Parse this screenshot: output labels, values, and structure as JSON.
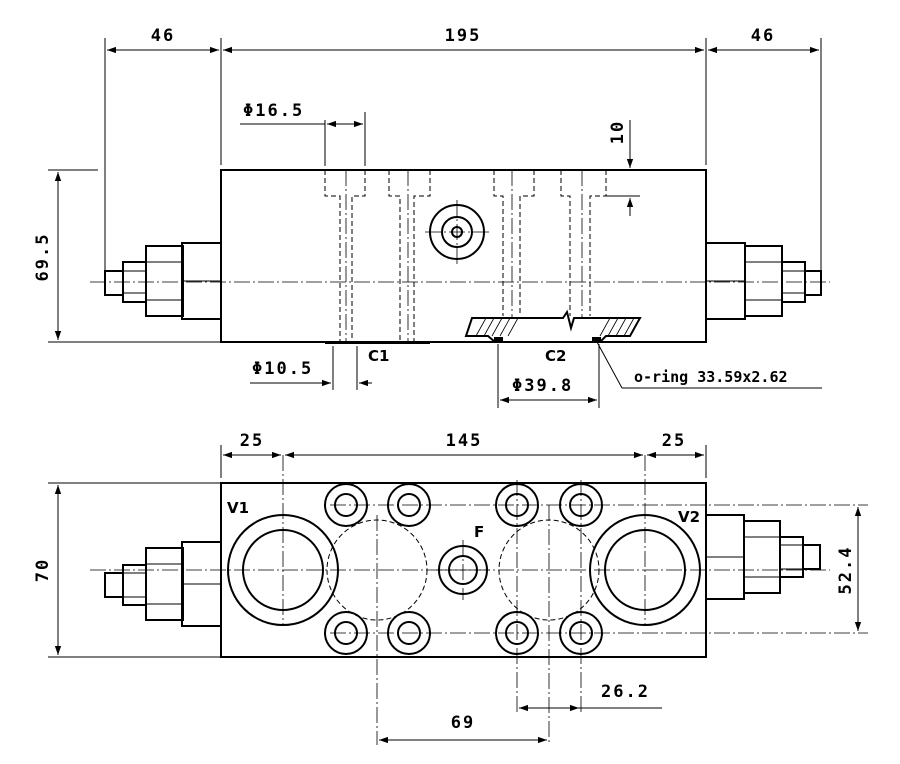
{
  "dimensions": {
    "top_left_46": "46",
    "top_195": "195",
    "top_right_46": "46",
    "dia_16_5": "Φ16.5",
    "dim_10": "10",
    "height_69_5": "69.5",
    "dia_10_5": "Φ10.5",
    "dia_39_8": "Φ39.8",
    "bottom_left_25": "25",
    "bottom_145": "145",
    "bottom_right_25": "25",
    "height_70": "70",
    "height_52_4": "52.4",
    "spacing_26_2": "26.2",
    "spacing_69": "69"
  },
  "labels": {
    "port_c1": "C1",
    "port_c2": "C2",
    "port_v1": "V1",
    "port_v2": "V2",
    "port_f": "F"
  },
  "notes": {
    "oring": "o-ring 33.59x2.62"
  }
}
